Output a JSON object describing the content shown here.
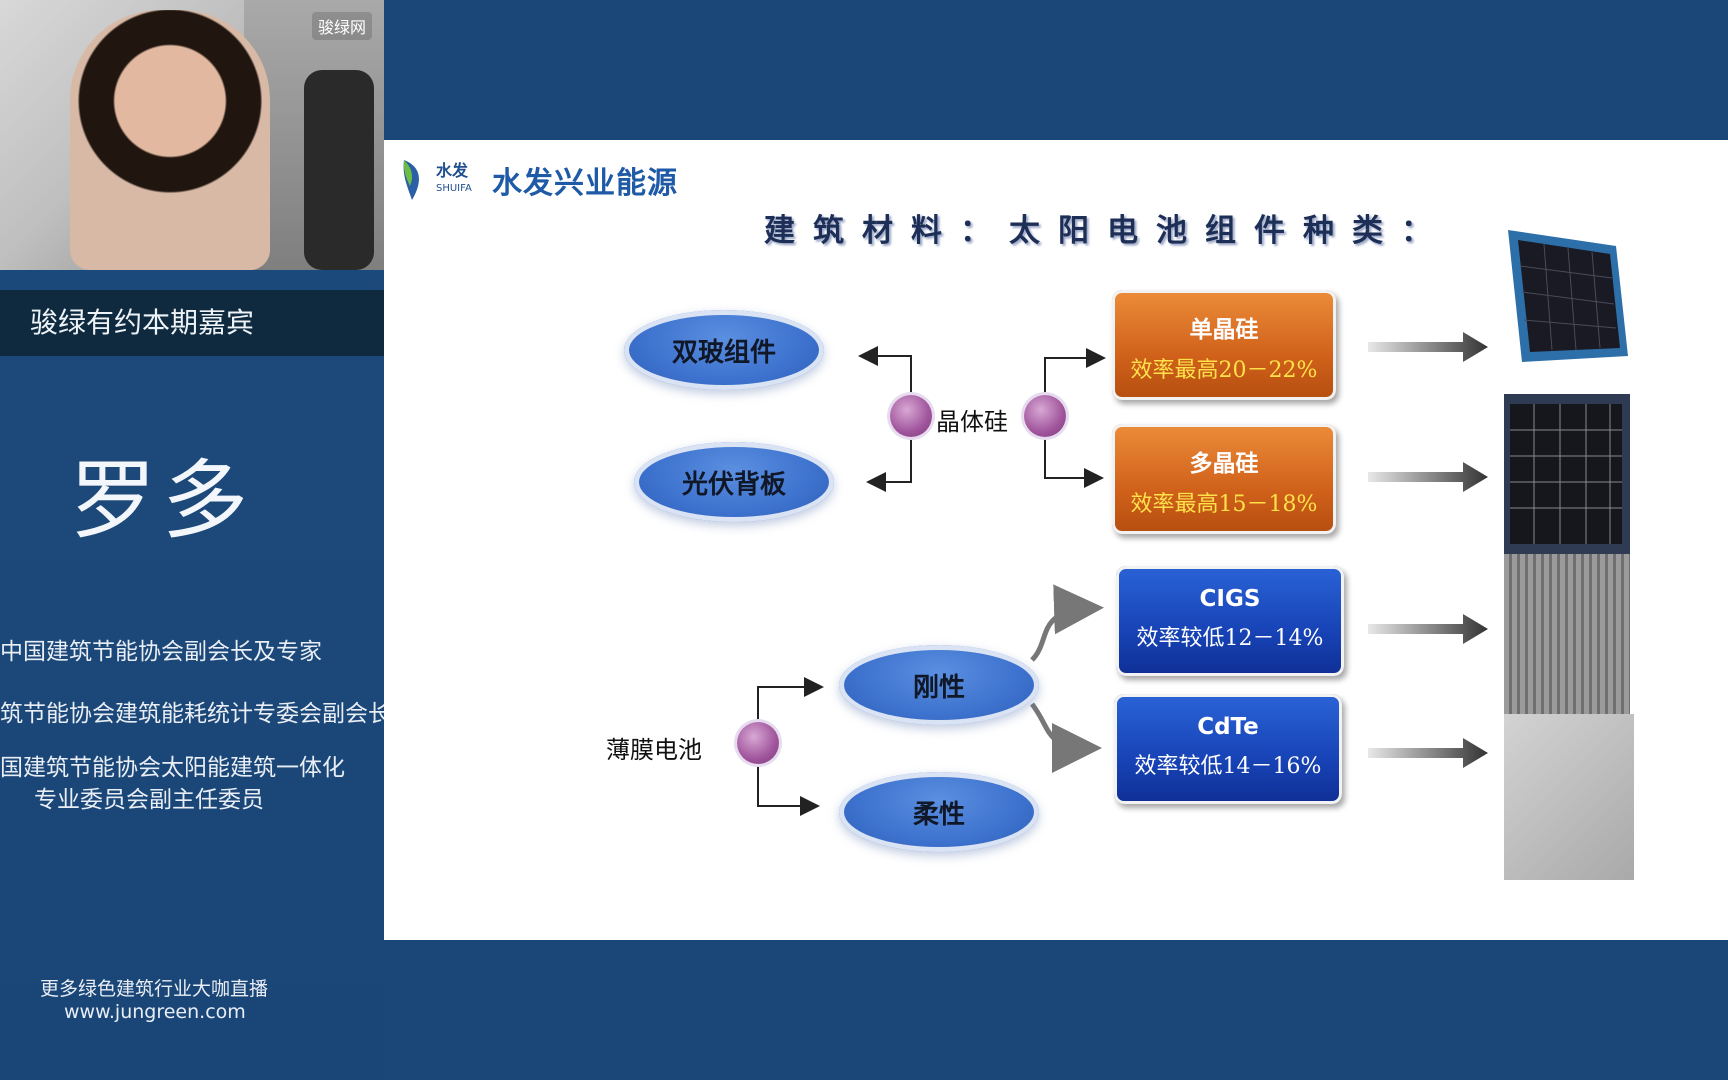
{
  "webcam": {
    "logo_text": "骏绿网"
  },
  "sidebar": {
    "guest_bar": "骏绿有约本期嘉宾",
    "guest_name": "罗多",
    "roles": [
      "中国建筑节能协会副会长及专家",
      "筑节能协会建筑能耗统计专委会副会长",
      "国建筑节能协会太阳能建筑一体化",
      "专业委员会副主任委员"
    ],
    "footer_line1": "更多绿色建筑行业大咖直播",
    "footer_line2": "www.jungreen.com"
  },
  "slide": {
    "brand_small": "水发",
    "brand_small_en": "SHUIFA",
    "brand_name": "水发兴业能源",
    "title": "建筑材料：太阳电池组件种类：",
    "left_ellipses": [
      "双玻组件",
      "光伏背板"
    ],
    "crystal_label": "晶体硅",
    "thinfilm_label": "薄膜电池",
    "thinfilm_ellipses": [
      "刚性",
      "柔性"
    ],
    "boxes": [
      {
        "title": "单晶硅",
        "subtitle": "效率最高20－22%"
      },
      {
        "title": "多晶硅",
        "subtitle": "效率最高15－18%"
      },
      {
        "title": "CIGS",
        "subtitle": "效率较低12－14%"
      },
      {
        "title": "CdTe",
        "subtitle": "效率较低14－16%"
      }
    ],
    "colors": {
      "orange": "#d0611a",
      "blue": "#1743b6",
      "node": "#a0559c",
      "ellipse": "#3e73cf"
    }
  }
}
